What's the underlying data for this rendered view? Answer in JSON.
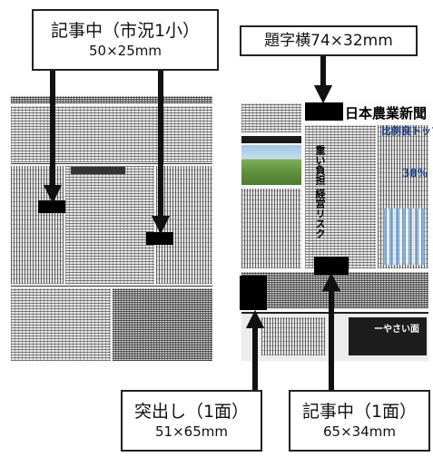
{
  "labels": {
    "top_left": {
      "line1": "記事中（市況1小）",
      "line2": "50×25mm"
    },
    "top_right": {
      "line1": "題字横74×32mm"
    },
    "bottom_left": {
      "line1": "突出し（1面）",
      "line2": "51×65mm"
    },
    "bottom_right": {
      "line1": "記事中（1面）",
      "line2": "65×34mm"
    }
  },
  "newspaper": {
    "masthead": "日本農業新聞",
    "headline_main": "比例良トップ",
    "headline_figure": "38%",
    "headline_side": "重い負担 経営リスク",
    "headline_small": "ーやさい面"
  },
  "colors": {
    "ad_block": "#000000",
    "arrow": "#111111",
    "label_border": "#222222"
  }
}
